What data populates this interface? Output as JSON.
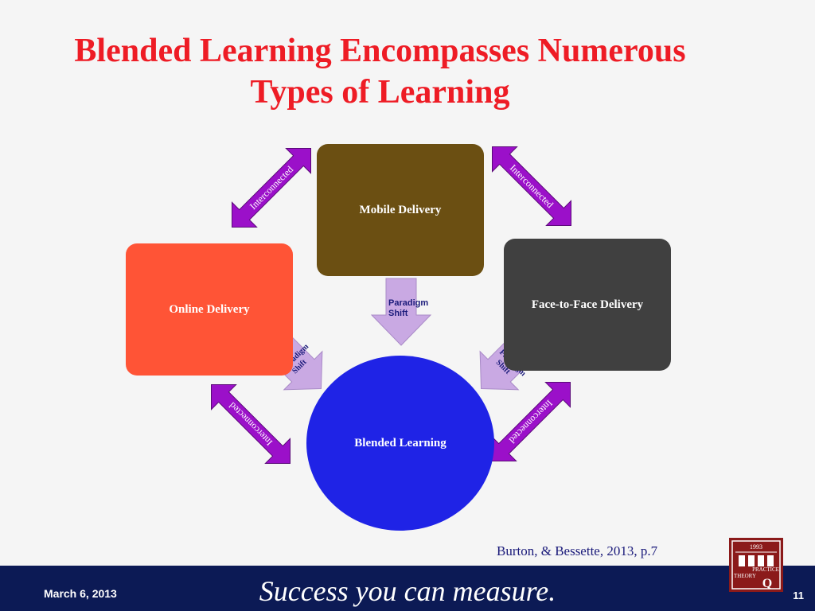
{
  "title": {
    "line1": "Blended Learning Encompasses Numerous",
    "line2": "Types of Learning"
  },
  "nodes": {
    "online": "Online Delivery",
    "mobile": "Mobile Delivery",
    "face_to_face": "Face-to-Face Delivery",
    "blended": "Blended Learning"
  },
  "connectors": {
    "interconnected": "Interconnected",
    "paradigm_shift": "Paradigm Shift",
    "paradigm": "Paradigm",
    "shift": "Shift"
  },
  "citation": "Burton, & Bessette, 2013, p.7",
  "footer": {
    "date": "March 6, 2013",
    "slogan": "Success you can measure.",
    "page": "11"
  },
  "logo": {
    "year": "1993",
    "text1": "PRACTICE",
    "text2": "THEORY",
    "letter": "Q"
  },
  "colors": {
    "title": "#ee1c25",
    "online": "#ff5436",
    "mobile": "#6b4f12",
    "face_to_face": "#404040",
    "blended": "#1f23e6",
    "interconnected_arrow": "#9b10c9",
    "paradigm_arrow": "#c9a9e3",
    "footer": "#0c1a55"
  }
}
